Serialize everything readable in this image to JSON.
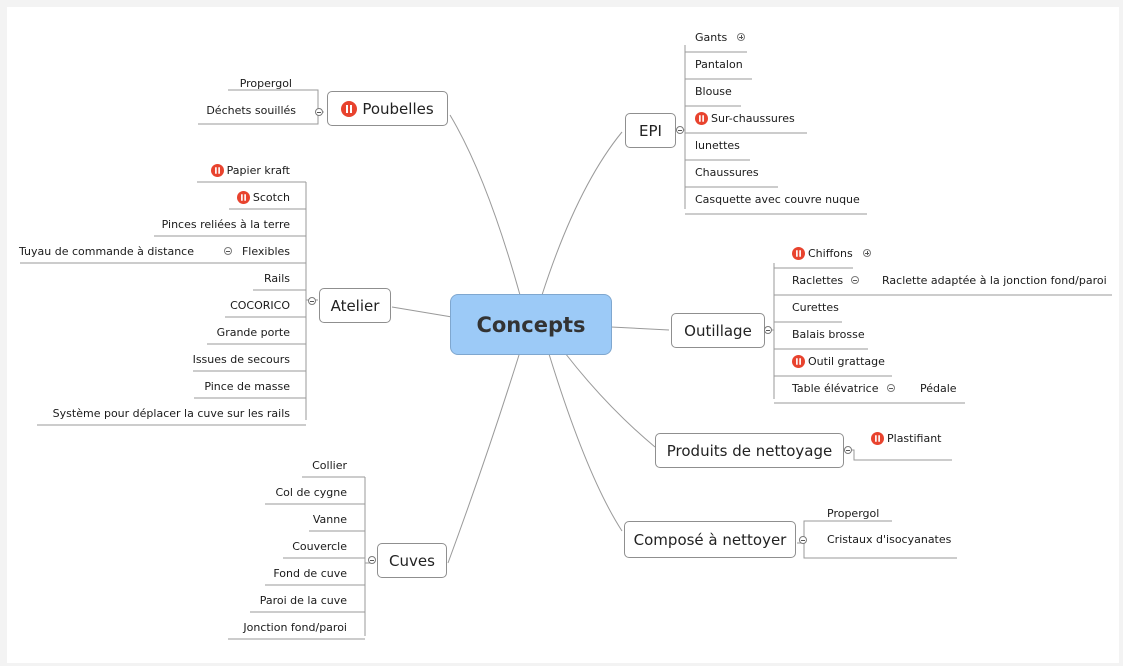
{
  "colors": {
    "central_fill": "#9ccaf7",
    "pause_icon": "#e8432e",
    "line": "#9a9a9a"
  },
  "central": {
    "label": "Concepts"
  },
  "topics": {
    "poubelles": {
      "label": "Poubelles",
      "icon": "pause-icon",
      "items": [
        "Propergol",
        "Déchets souillés"
      ]
    },
    "atelier": {
      "label": "Atelier",
      "items": [
        "Papier kraft",
        "Scotch",
        "Pinces reliées à la terre",
        "Flexibles",
        "Rails",
        "COCORICO",
        "Grande porte",
        "Issues de secours",
        "Pince de masse",
        "Système pour déplacer la cuve sur les rails"
      ],
      "flexibles_child": "Tuyau de commande à distance"
    },
    "cuves": {
      "label": "Cuves",
      "items": [
        "Collier",
        "Col de cygne",
        "Vanne",
        "Couvercle",
        "Fond de cuve",
        "Paroi de la cuve",
        "Jonction fond/paroi"
      ]
    },
    "epi": {
      "label": "EPI",
      "items": [
        "Gants",
        "Pantalon",
        "Blouse",
        "Sur-chaussures",
        "lunettes",
        "Chaussures",
        "Casquette avec couvre nuque"
      ]
    },
    "outillage": {
      "label": "Outillage",
      "items": [
        "Chiffons",
        "Raclettes",
        "Curettes",
        "Balais brosse",
        "Outil grattage",
        "Table élévatrice"
      ],
      "raclettes_child": "Raclette adaptée à la jonction fond/paroi",
      "table_child": "Pédale"
    },
    "produits": {
      "label": "Produits de nettoyage",
      "items": [
        "Plastifiant"
      ]
    },
    "compose": {
      "label": "Composé à nettoyer",
      "items": [
        "Propergol",
        "Cristaux d'isocyanates"
      ]
    }
  }
}
